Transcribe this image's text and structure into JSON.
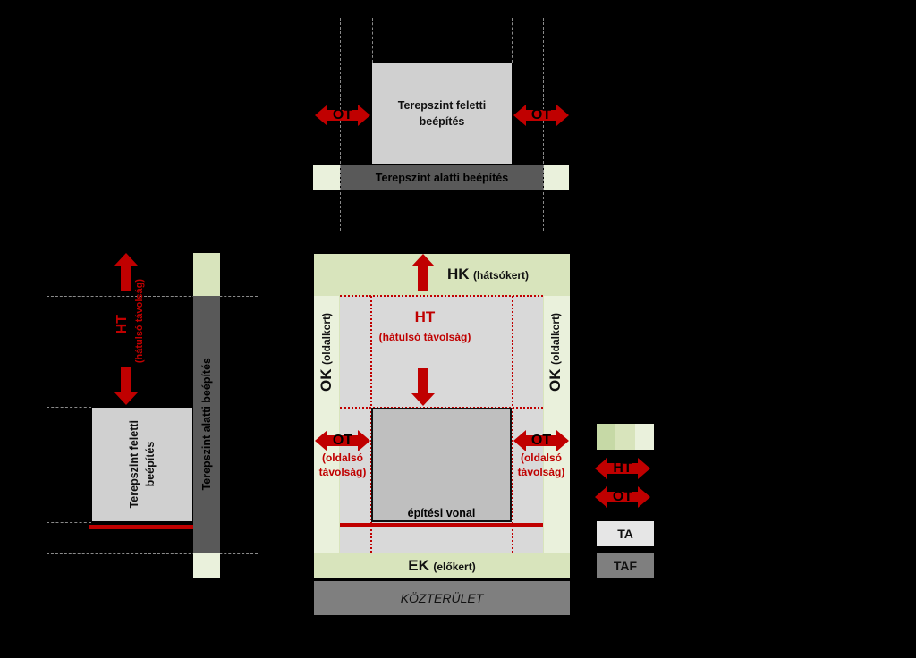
{
  "top_section": {
    "above_ground_line1": "Terepszint feletti",
    "above_ground_line2": "beépítés",
    "below_ground": "Terepszint alatti beépítés",
    "ot_left": "OT",
    "ot_right": "OT"
  },
  "side_section": {
    "ht_label": "HT",
    "ht_sub": "(hátulsó távolság)",
    "below_ground": "Terepszint alatti beépítés",
    "above_ground_line1": "Terepszint feletti",
    "above_ground_line2": "beépítés"
  },
  "plan": {
    "hk_main": "HK",
    "hk_sub": "(hátsókert)",
    "ok_main": "OK",
    "ok_sub": "(oldalkert)",
    "ht_main": "HT",
    "ht_sub": "(hátulsó távolság)",
    "ot_label": "OT",
    "ot_sub_line1": "(oldalsó",
    "ot_sub_line2": "távolság)",
    "building_line": "építési vonal",
    "ek_main": "EK",
    "ek_sub": "(előkert)",
    "public_area": "KÖZTERÜLET"
  },
  "legend": {
    "ht": "HT",
    "ot": "OT",
    "ta": "TA",
    "taf": "TAF"
  },
  "colors": {
    "garden": "#c6d9a6",
    "garden_light": "#eaf1dc",
    "ta": "#d9d9d9",
    "building": "#bfbfbf",
    "taf": "#595959",
    "accent_red": "#c00000",
    "background": "#000000"
  },
  "icons": [
    "double-arrow-icon",
    "up-arrow-icon",
    "down-arrow-icon"
  ]
}
